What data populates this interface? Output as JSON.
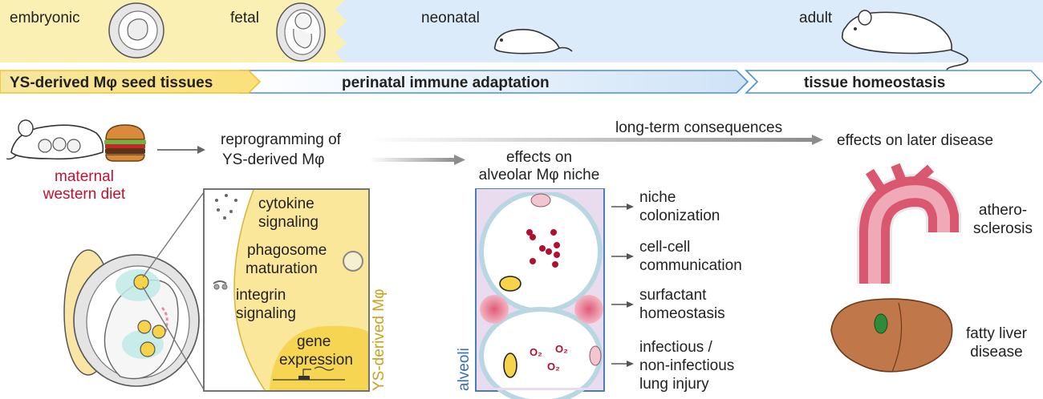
{
  "stages": {
    "embryonic": "embryonic",
    "fetal": "fetal",
    "neonatal": "neonatal",
    "adult": "adult"
  },
  "phase_bar": {
    "seed": "YS-derived Mφ seed tissues",
    "perinatal": "perinatal immune adaptation",
    "homeostasis": "tissue homeostasis"
  },
  "left": {
    "maternal_line1": "maternal",
    "maternal_line2": "western diet"
  },
  "reprogramming": {
    "line1": "reprogramming of",
    "line2": "YS-derived Mφ"
  },
  "long_term": "long-term consequences",
  "later_disease": "effects on later disease",
  "zoom_panel": {
    "cytokine1": "cytokine",
    "cytokine2": "signaling",
    "phago1": "phagosome",
    "phago2": "maturation",
    "integrin1": "integrin",
    "integrin2": "signaling",
    "gene1": "gene",
    "gene2": "expression",
    "vertical": "YS-derived Mφ"
  },
  "alveolar": {
    "title1": "effects on",
    "title2": "alveolar Mφ niche",
    "vertical": "alveoli",
    "o2": "O₂"
  },
  "effects": {
    "e1a": "niche",
    "e1b": "colonization",
    "e2a": "cell-cell",
    "e2b": "communication",
    "e3a": "surfactant",
    "e3b": "homeostasis",
    "e4a": "infectious /",
    "e4b": "non-infectious",
    "e4c": "lung injury"
  },
  "diseases": {
    "athero1": "athero-",
    "athero2": "sclerosis",
    "liver1": "fatty liver",
    "liver2": "disease"
  },
  "colors": {
    "yellow_band": "#fbf0b4",
    "blue_band": "#dcebf9",
    "panel_yellow": "#fbe79a",
    "red_text": "#c8102e",
    "alveoli_blue": "#3a6fb0"
  }
}
